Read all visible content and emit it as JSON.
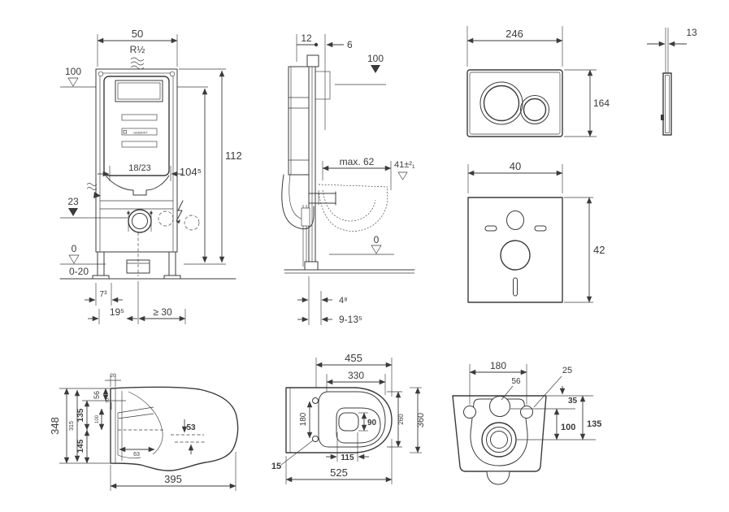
{
  "sheet": {
    "background": "#ffffff",
    "line_color": "#3b3b3b",
    "description": "Installation dimension sheet: concealed cistern frame (front and side view), actuator flush plate (front and side view), sound insulation mat, wall-hung WC bowl (side, top and rear view)"
  },
  "views": {
    "frame_front": {
      "width": "50",
      "supply_thread": "R½",
      "datum_top": "100",
      "height_total": "112",
      "height_actuation": "104⁵",
      "outlet_range": "18/23",
      "datum_outlet": "23",
      "datum_floor": "0",
      "floor_range": "0-20",
      "leg_offset": "7³",
      "outlet_offset": "19⁵",
      "side_min": "≥ 30",
      "brand": "GEBERIT"
    },
    "frame_side": {
      "rail_depth": "12",
      "plate_gap": "6",
      "datum_top": "100",
      "bowl_depth_max": "max. 62",
      "bowl_height_tol": "41±²₁",
      "datum_floor": "0",
      "outlet_height": "4⁸",
      "floor_range": "9-13⁵"
    },
    "plate_front": {
      "width": "246",
      "height": "164"
    },
    "plate_side": {
      "thickness": "13"
    },
    "mat": {
      "width": "40",
      "height": "42"
    },
    "bowl_side": {
      "total_height": "348",
      "shell_height": "315",
      "wall_gap": "20",
      "top_to_seat": "56",
      "upper_span": "135",
      "lower_span": "145",
      "trap_rise": "100",
      "inlet_drop": "70",
      "outlet_drop": "53",
      "trap_depth": "63",
      "length": "395"
    },
    "bowl_top": {
      "rim_length": "455",
      "opening_length": "330",
      "hole_spacing": "180",
      "water_width": "90",
      "inner_width": "260",
      "outer_width": "360",
      "water_length": "115",
      "hole_dia": "15",
      "total_length": "525"
    },
    "bowl_back": {
      "hole_spacing": "180",
      "inlet_dia": "56",
      "hole_dia": "25",
      "top_to_hole": "35",
      "hole_to_outlet": "100",
      "top_to_outlet": "135"
    }
  }
}
